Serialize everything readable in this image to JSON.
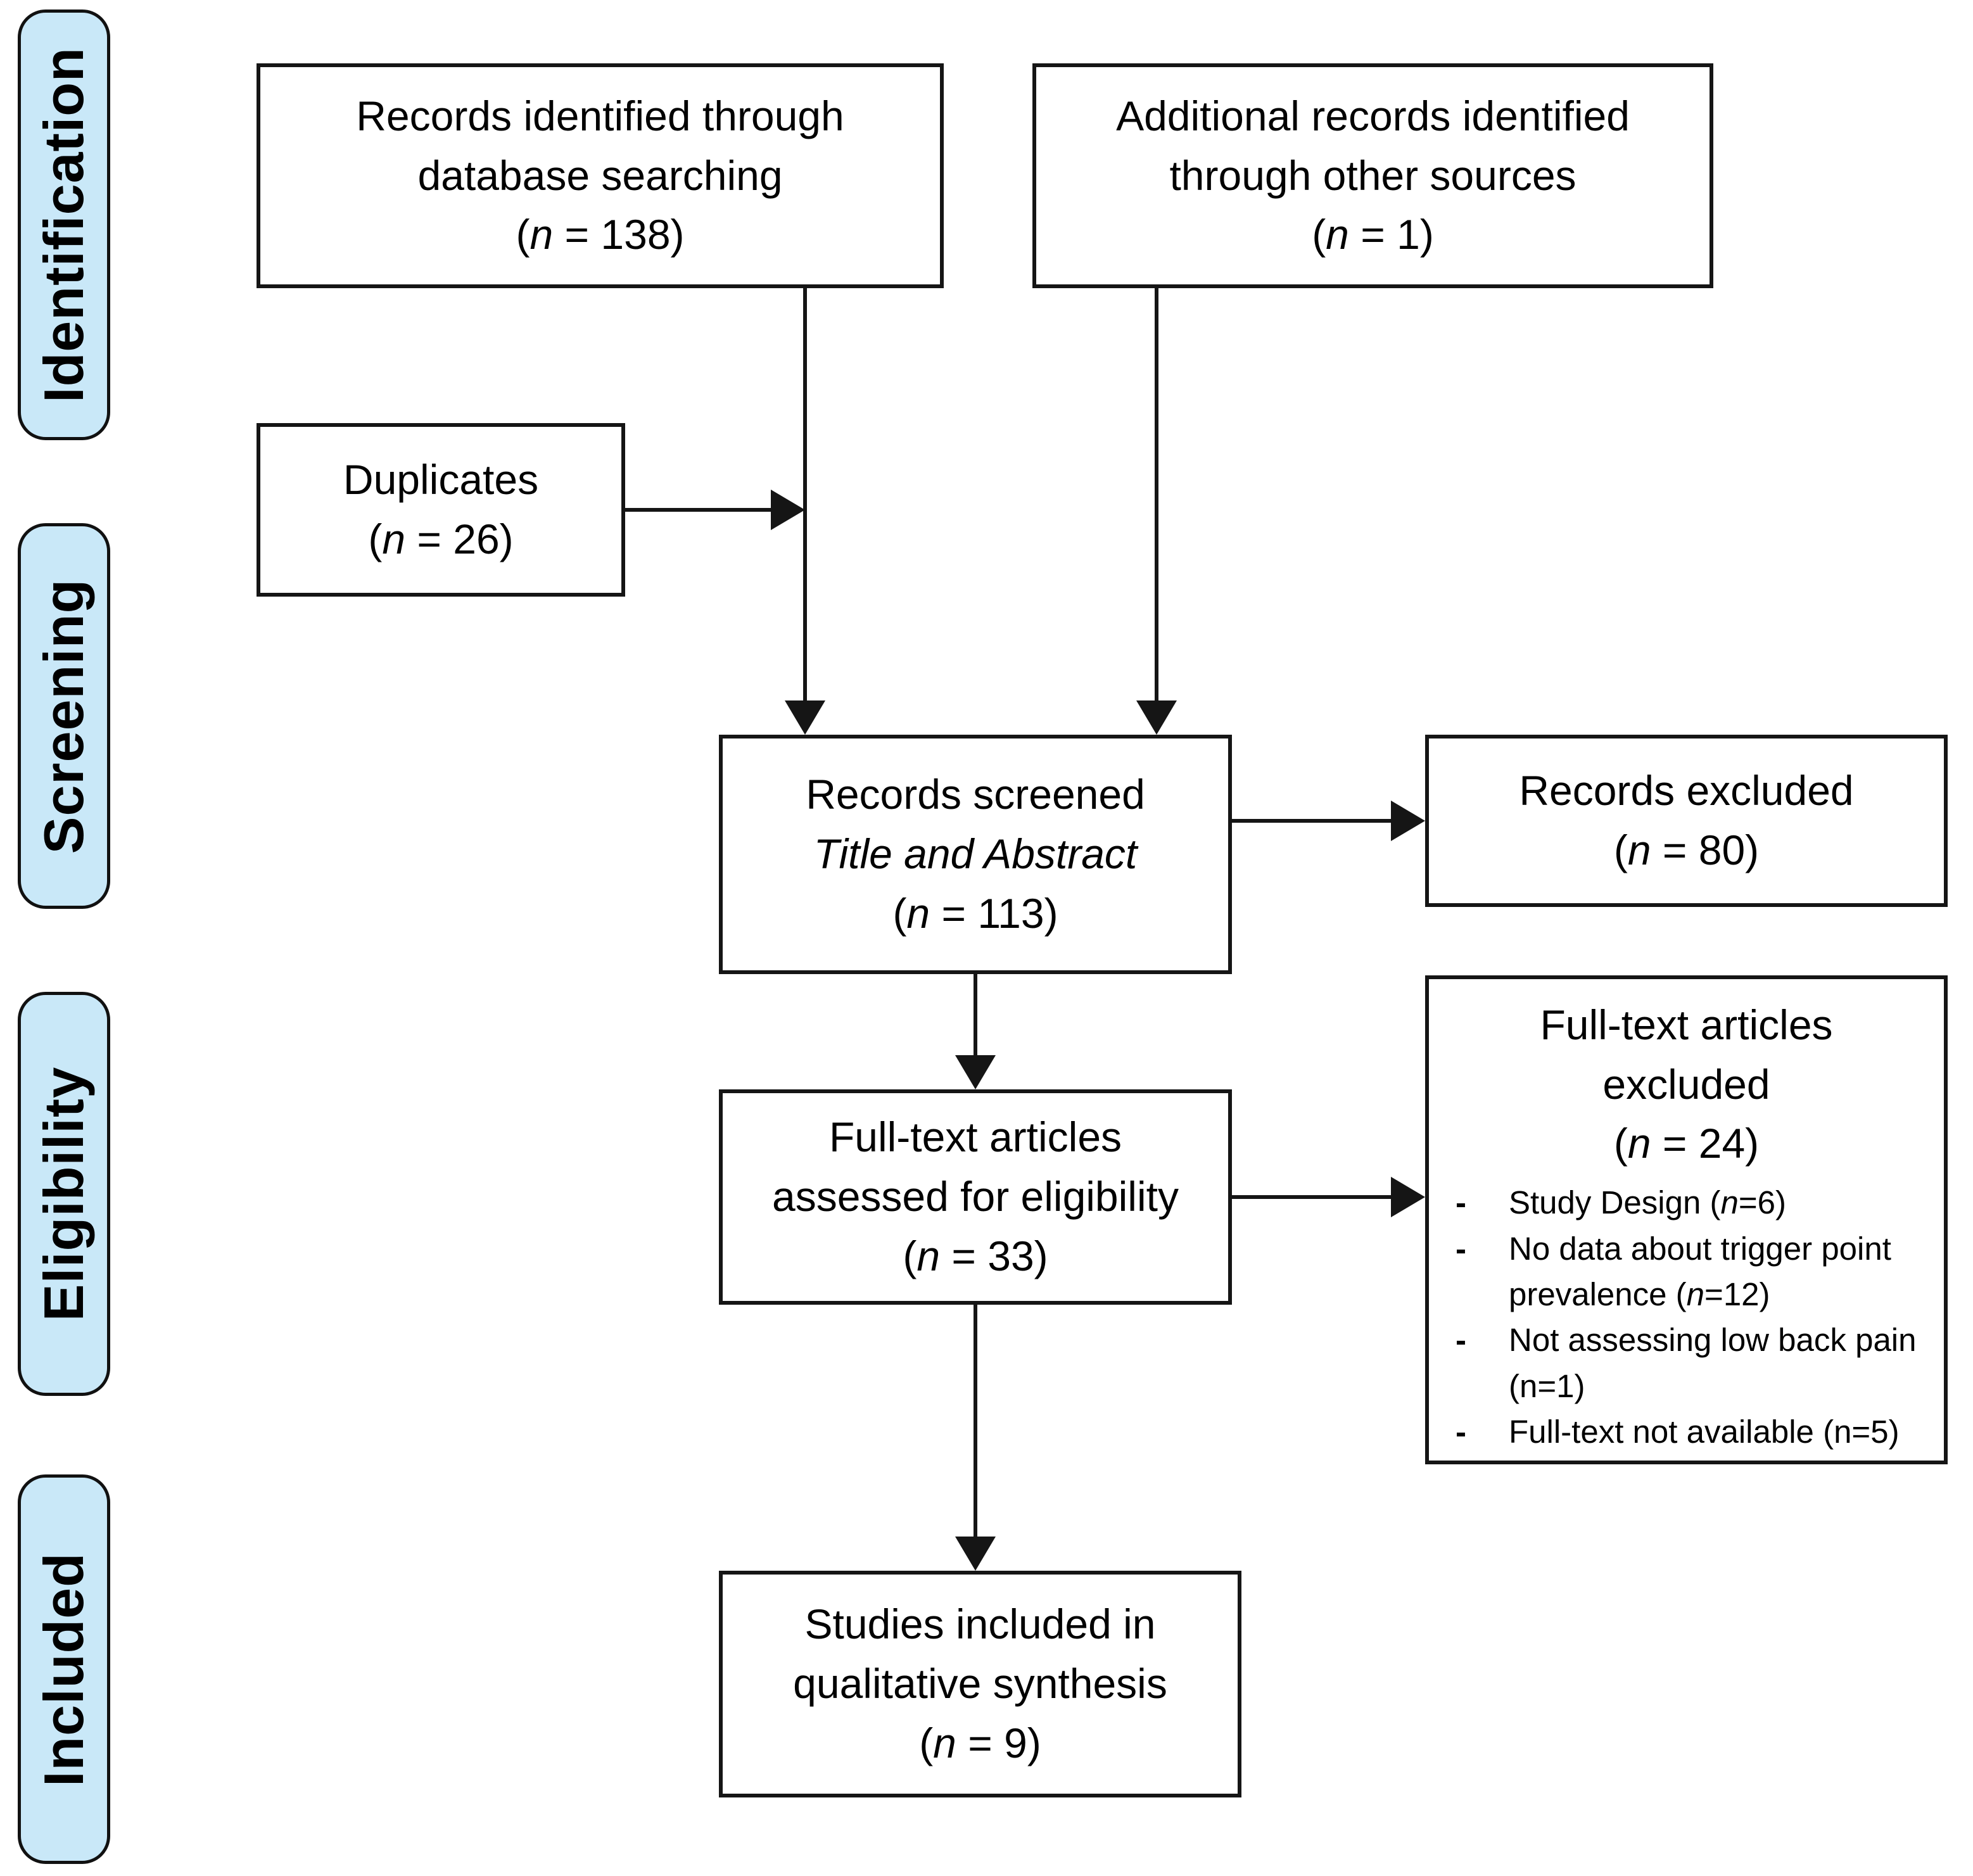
{
  "colors": {
    "stage_fill": "#c9e8f8",
    "stroke": "#151515",
    "box_fill": "#ffffff",
    "text": "#000000"
  },
  "stages": [
    {
      "label": "Identification"
    },
    {
      "label": "Screening"
    },
    {
      "label": "Eligibility"
    },
    {
      "label": "Included"
    }
  ],
  "boxes": {
    "records_identified": {
      "lines": [
        [
          {
            "t": "Records identified through"
          }
        ],
        [
          {
            "t": "database searching"
          }
        ],
        [
          {
            "t": "("
          },
          {
            "t": "n",
            "i": true
          },
          {
            "t": " = 138)"
          }
        ]
      ]
    },
    "additional_records": {
      "lines": [
        [
          {
            "t": "Additional records identified"
          }
        ],
        [
          {
            "t": "through other sources"
          }
        ],
        [
          {
            "t": "("
          },
          {
            "t": "n",
            "i": true
          },
          {
            "t": " = 1)"
          }
        ]
      ]
    },
    "duplicates": {
      "lines": [
        [
          {
            "t": "Duplicates"
          }
        ],
        [
          {
            "t": "("
          },
          {
            "t": "n",
            "i": true
          },
          {
            "t": " = 26)"
          }
        ]
      ]
    },
    "records_screened": {
      "lines": [
        [
          {
            "t": "Records screened"
          }
        ],
        [
          {
            "t": "Title and Abstract",
            "i": true
          }
        ],
        [
          {
            "t": "("
          },
          {
            "t": "n",
            "i": true
          },
          {
            "t": " = 113)"
          }
        ]
      ]
    },
    "records_excluded": {
      "lines": [
        [
          {
            "t": "Records excluded"
          }
        ],
        [
          {
            "t": "("
          },
          {
            "t": "n",
            "i": true
          },
          {
            "t": " = 80)"
          }
        ]
      ]
    },
    "fulltext_assessed": {
      "lines": [
        [
          {
            "t": "Full-text articles"
          }
        ],
        [
          {
            "t": "assessed for eligibility"
          }
        ],
        [
          {
            "t": "("
          },
          {
            "t": "n",
            "i": true
          },
          {
            "t": " = 33)"
          }
        ]
      ]
    },
    "fulltext_excluded": {
      "title_lines": [
        [
          {
            "t": "Full-text articles"
          }
        ],
        [
          {
            "t": "excluded"
          }
        ],
        [
          {
            "t": "("
          },
          {
            "t": "n",
            "i": true
          },
          {
            "t": " = 24)"
          }
        ]
      ],
      "bullet_marker": "-",
      "bullets": [
        {
          "lines": [
            [
              {
                "t": "Study Design ("
              },
              {
                "t": "n",
                "i": true
              },
              {
                "t": "=6)"
              }
            ]
          ]
        },
        {
          "lines": [
            [
              {
                "t": "No data about trigger point"
              }
            ],
            [
              {
                "t": "prevalence ("
              },
              {
                "t": "n",
                "i": true
              },
              {
                "t": "=12)"
              }
            ]
          ]
        },
        {
          "lines": [
            [
              {
                "t": "Not assessing low back pain"
              }
            ],
            [
              {
                "t": "(n=1)"
              }
            ]
          ]
        },
        {
          "lines": [
            [
              {
                "t": "Full-text not available (n=5)"
              }
            ]
          ]
        }
      ]
    },
    "studies_included": {
      "lines": [
        [
          {
            "t": "Studies included in"
          }
        ],
        [
          {
            "t": "qualitative synthesis"
          }
        ],
        [
          {
            "t": "("
          },
          {
            "t": "n",
            "i": true
          },
          {
            "t": " = 9)"
          }
        ]
      ]
    }
  }
}
